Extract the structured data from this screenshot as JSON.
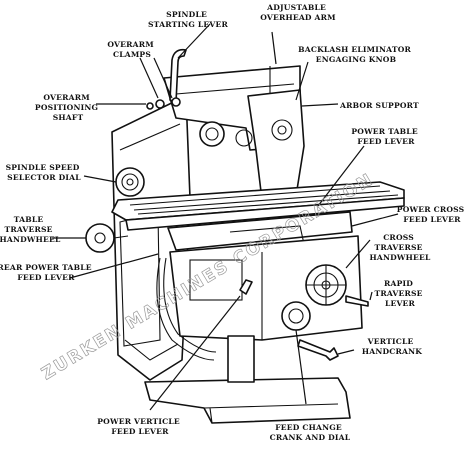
{
  "labels": {
    "spindle_starting_lever": [
      "SPINDLE",
      "STARTING LEVER"
    ],
    "adjustable_overhead_arm": [
      "ADJUSTABLE",
      "OVERHEAD ARM"
    ],
    "overarm_clamps": [
      "OVERARM",
      "CLAMPS"
    ],
    "backlash_eliminator": [
      "BACKLASH ELIMINATOR",
      "ENGAGING KNOB"
    ],
    "overarm_positioning_shaft": [
      "OVERARM",
      "POSITIONING",
      "SHAFT"
    ],
    "arbor_support": [
      "ARBOR SUPPORT"
    ],
    "power_table_feed_lever": [
      "POWER TABLE",
      "FEED LEVER"
    ],
    "spindle_speed_selector_dial": [
      "SPINDLE SPEED",
      "SELECTOR DIAL"
    ],
    "power_cross_feed_lever": [
      "POWER CROSS",
      "FEED LEVER"
    ],
    "table_traverse_handwheel": [
      "TABLE",
      "TRAVERSE",
      "HANDWHEEL"
    ],
    "cross_traverse_handwheel": [
      "CROSS",
      "TRAVERSE",
      "HANDWHEEL"
    ],
    "rear_power_table_feed_lever": [
      "REAR POWER TABLE",
      "FEED LEVER"
    ],
    "rapid_traverse_lever": [
      "RAPID",
      "TRAVERSE",
      "LEVER"
    ],
    "verticle_handcrank": [
      "VERTICLE",
      "HANDCRANK"
    ],
    "power_verticle_feed_lever": [
      "POWER VERTICLE",
      "FEED LEVER"
    ],
    "feed_change_crank_and_dial": [
      "FEED CHANGE",
      "CRANK AND DIAL"
    ]
  },
  "watermark": "ZURKEN MACHINES CORPORATION",
  "colors": {
    "ink": "#111111",
    "watermark": "#9a9a9a",
    "background": "#ffffff"
  }
}
